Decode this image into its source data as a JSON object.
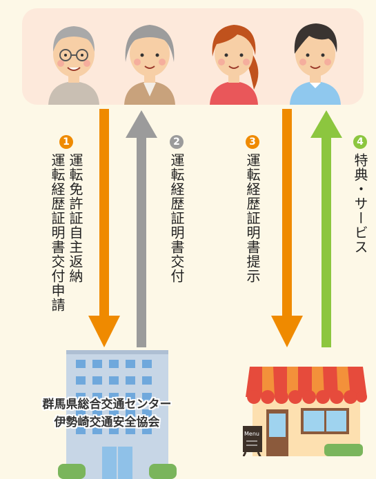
{
  "people": [
    {
      "name": "elderly-man-with-glasses"
    },
    {
      "name": "elderly-woman"
    },
    {
      "name": "young-woman"
    },
    {
      "name": "young-man"
    }
  ],
  "steps": [
    {
      "number": "1",
      "color": "#ef8a00",
      "direction": "down",
      "lines": [
        "運転免許証自主返納",
        "運転経歴証明書交付申請"
      ]
    },
    {
      "number": "2",
      "color": "#9b9b9b",
      "direction": "up",
      "lines": [
        "運転経歴証明書交付"
      ]
    },
    {
      "number": "3",
      "color": "#ef8a00",
      "direction": "down",
      "lines": [
        "運転経歴証明書提示"
      ]
    },
    {
      "number": "4",
      "color": "#8cc63f",
      "direction": "up",
      "lines": [
        "特典・サービス"
      ]
    }
  ],
  "organization": {
    "line1": "群馬県総合交通センター",
    "line2": "伊勢崎交通安全協会"
  },
  "shop": {
    "sign": "Menu"
  }
}
